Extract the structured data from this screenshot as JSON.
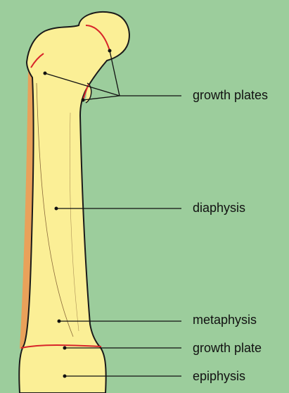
{
  "colors": {
    "background": "#9ccd9c",
    "bone": "#fbef96",
    "bone_shadow": "#e9a15a",
    "outline": "#1a1a1a",
    "growth_plate_line": "#d8252a",
    "pointer": "#111111"
  },
  "labels": {
    "growth_plates": "growth plates",
    "diaphysis": "diaphysis",
    "metaphysis": "metaphysis",
    "growth_plate": "growth plate",
    "epiphysis": "epiphysis"
  }
}
